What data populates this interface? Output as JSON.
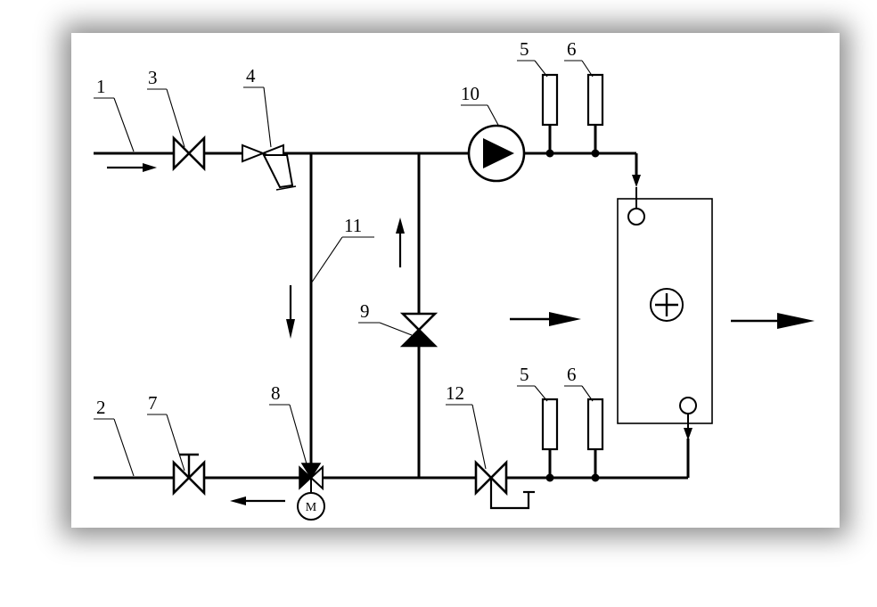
{
  "labels": {
    "n1": "1",
    "n2": "2",
    "n3": "3",
    "n4": "4",
    "n5_top": "5",
    "n6_top": "6",
    "n5_bottom": "5",
    "n6_bottom": "6",
    "n7": "7",
    "n8": "8",
    "n9": "9",
    "n10": "10",
    "n11": "11",
    "n12": "12"
  },
  "motor": {
    "label": "M"
  },
  "colors": {
    "line": "#000000",
    "background": "#ffffff",
    "shadow": "#000000"
  },
  "components": {
    "supply_valve": "valve-icon",
    "filter": "filter-icon",
    "pump": "pump-icon",
    "gauges": "gauge-icon",
    "check_valve": "check-valve-icon",
    "three_way_valve": "three-way-valve-icon",
    "motor_drive": "motor-icon",
    "heat_exchanger": "heater-icon"
  }
}
